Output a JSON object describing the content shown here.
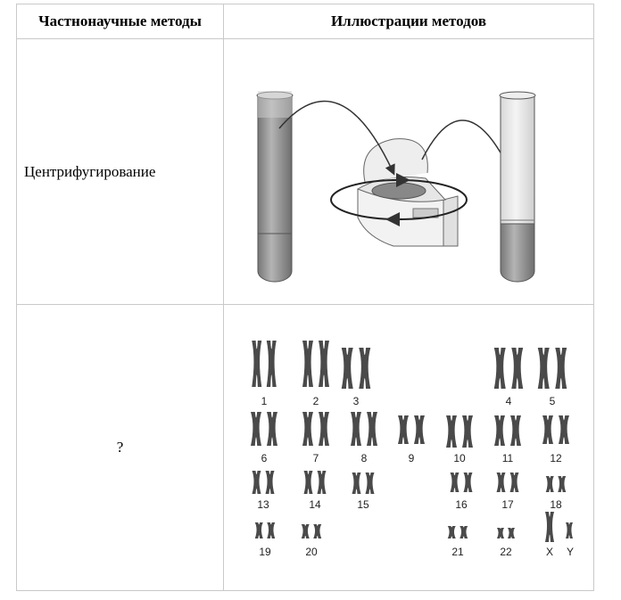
{
  "table": {
    "header_method": "Частнонаучные методы",
    "header_illustration": "Иллюстрации методов",
    "row1_method": "Центрифугирование",
    "row2_method": "?"
  },
  "karyotype_labels": [
    "1",
    "2",
    "3",
    "4",
    "5",
    "6",
    "7",
    "8",
    "9",
    "10",
    "11",
    "12",
    "13",
    "14",
    "15",
    "16",
    "17",
    "18",
    "19",
    "20",
    "21",
    "22",
    "X",
    "Y"
  ],
  "colors": {
    "border": "#c9c9c9",
    "chromosome": "#4a4a4a",
    "tube_fill": "#9a9a9a"
  }
}
